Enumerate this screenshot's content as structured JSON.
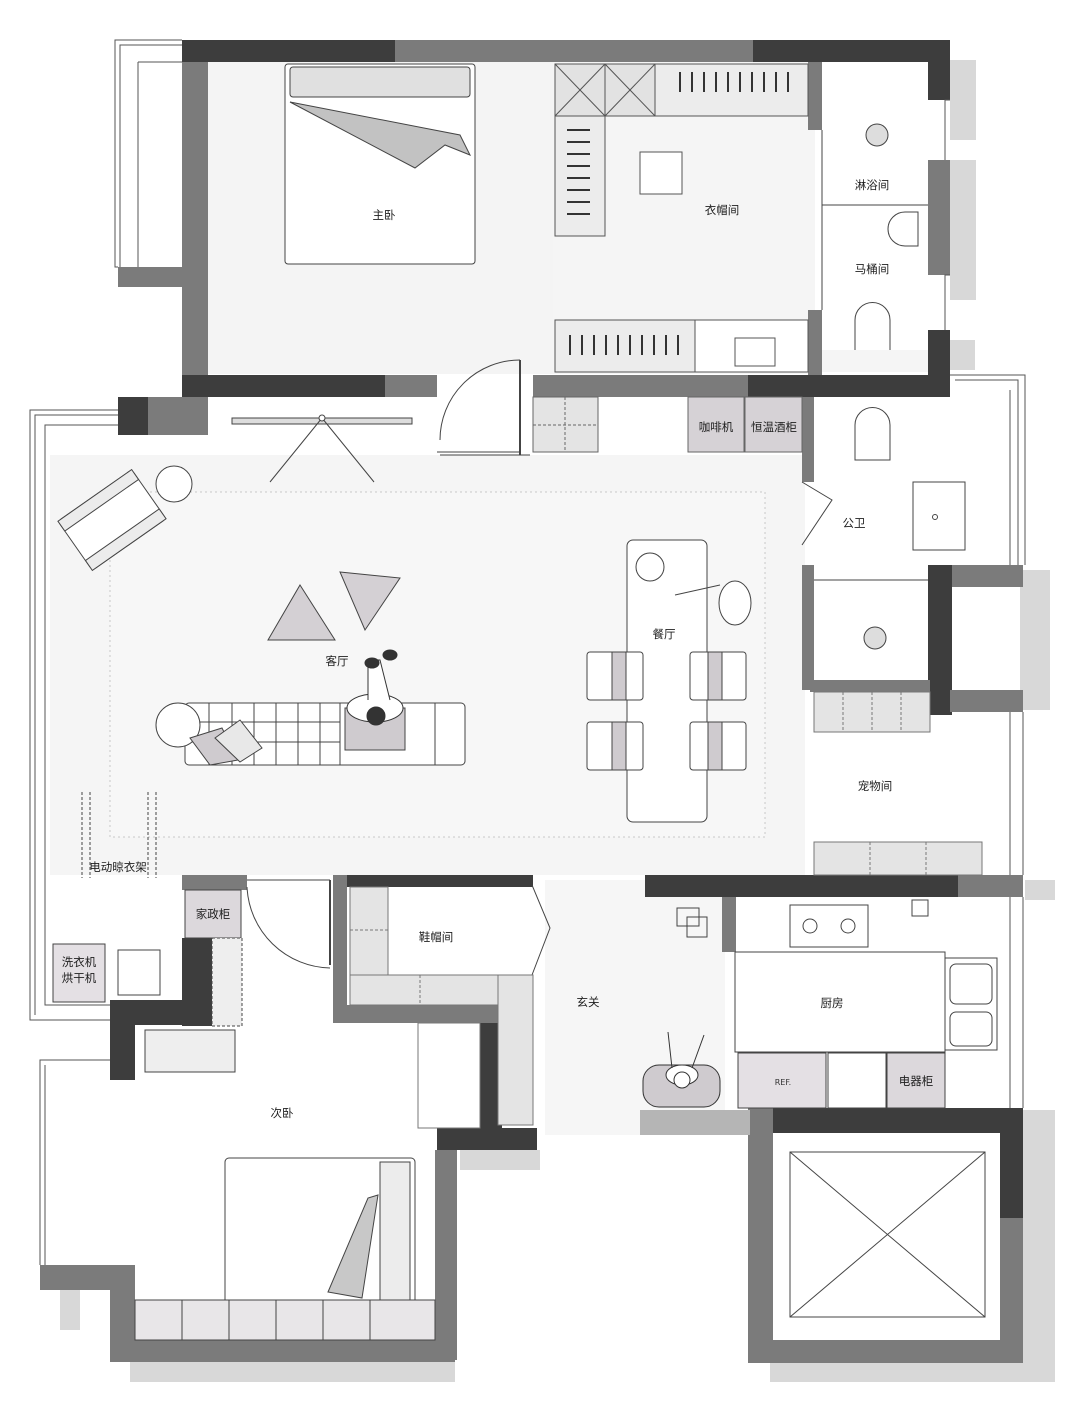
{
  "rooms": {
    "master_bedroom": "主卧",
    "walk_in_closet": "衣帽间",
    "shower": "淋浴间",
    "toilet_room": "马桶间",
    "living_room": "客厅",
    "dining_room": "餐厅",
    "public_bath": "公卫",
    "pet_room": "宠物间",
    "shoe_closet": "鞋帽间",
    "entrance": "玄关",
    "kitchen": "厨房",
    "second_bedroom": "次卧"
  },
  "fixtures": {
    "coffee_machine": "咖啡机",
    "wine_cabinet": "恒温酒柜",
    "drying_rack": "电动晾衣架",
    "housekeeping_cabinet": "家政柜",
    "washer_line1": "洗衣机",
    "washer_line2": "烘干机",
    "appliance_cabinet": "电器柜",
    "fridge": "REF."
  },
  "colors": {
    "wall_dark": "#3d3d3d",
    "wall_mid": "#7b7b7b",
    "wall_light": "#b5b5b5",
    "shadow": "#d6d6d6",
    "floor": "#f4f4f4",
    "furniture": "#cfcbcf"
  }
}
